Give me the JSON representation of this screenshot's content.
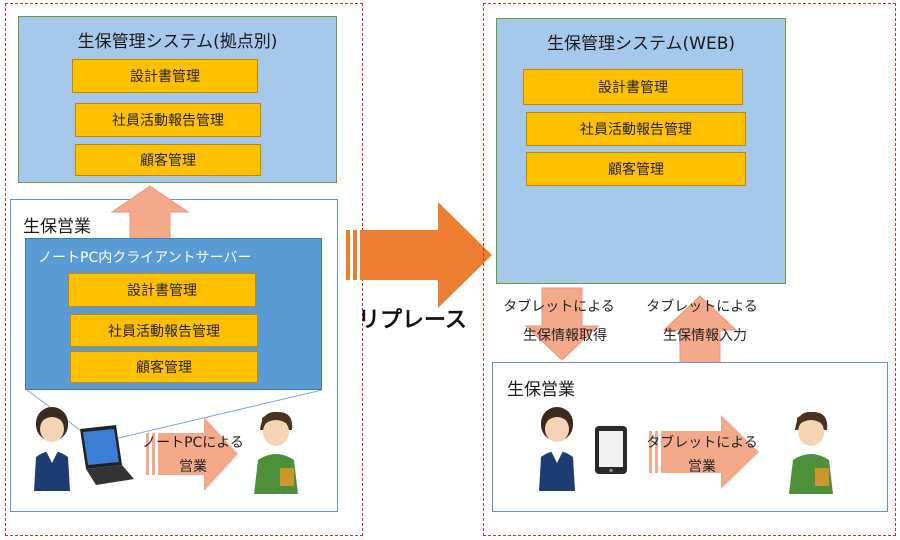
{
  "left": {
    "system_title": "生保管理システム(拠点別)",
    "system_items": [
      "設計書管理",
      "社員活動報告管理",
      "顧客管理"
    ],
    "sales_title": "生保営業",
    "client_title": "ノートPC内クライアントサーバー",
    "client_items": [
      "設計書管理",
      "社員活動報告管理",
      "顧客管理"
    ],
    "note_line1": "ノートPCによる",
    "note_line2": "営業"
  },
  "replace_label": "リプレース",
  "right": {
    "system_title": "生保管理システム(WEB)",
    "system_items": [
      "設計書管理",
      "社員活動報告管理",
      "顧客管理"
    ],
    "down_label_line1": "タブレットによる",
    "down_label_line2": "生保情報取得",
    "up_label_line1": "タブレットによる",
    "up_label_line2": "生保情報入力",
    "sales_title": "生保営業",
    "tablet_line1": "タブレットによる",
    "tablet_line2": "営業"
  },
  "colors": {
    "dashed_border": "#e0262b",
    "system_bg": "#a6c8ea",
    "system_border": "#6a9a3a",
    "item_bg": "#ffc000",
    "client_bg": "#5b9bd5",
    "replace_arrow": "#ed7d31",
    "soft_arrow": "#f4a98a"
  }
}
